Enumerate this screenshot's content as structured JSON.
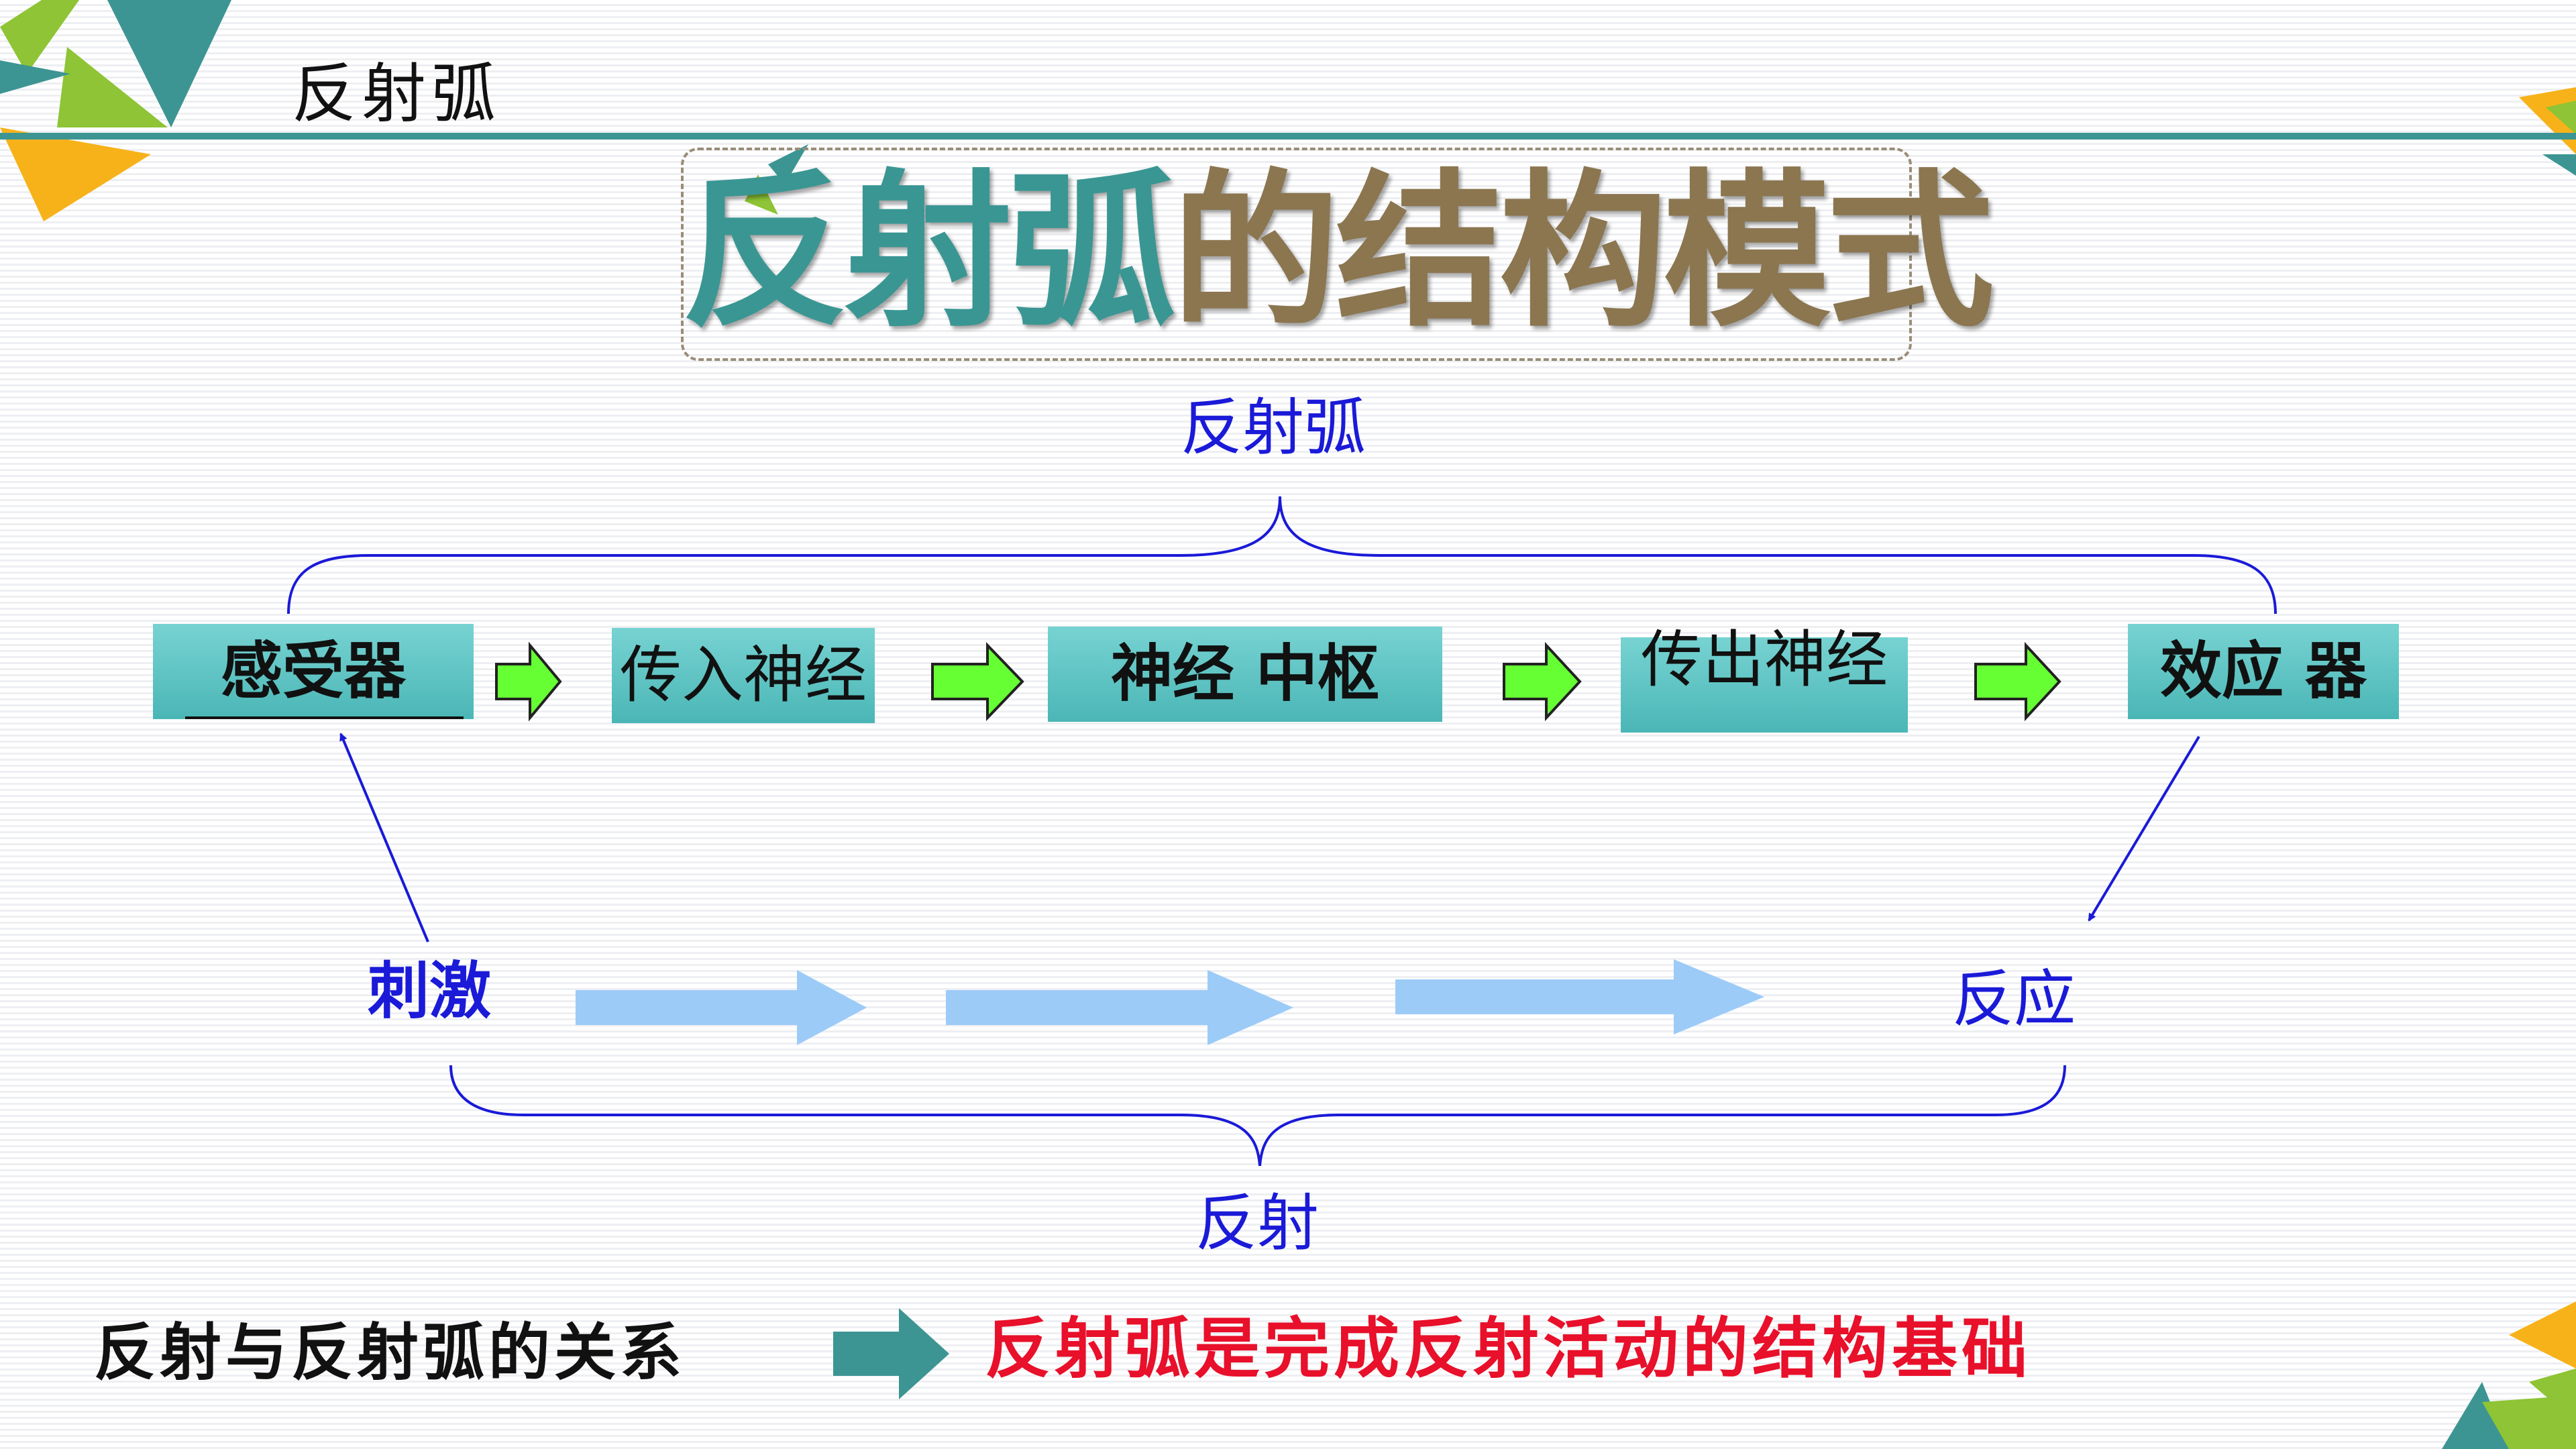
{
  "header": {
    "title": "反射弧"
  },
  "main_title": {
    "part1": "反射弧",
    "part2": "的结构模式"
  },
  "top_brace_label": "反射弧",
  "bottom_brace_label": "反射",
  "pathway": [
    {
      "label": "感受器"
    },
    {
      "label": "传入神经"
    },
    {
      "label": "神经 中枢"
    },
    {
      "label": "传出神经"
    },
    {
      "label": "效应 器"
    }
  ],
  "stimulus_label": "刺激",
  "response_label": "反应",
  "relation": {
    "left": "反射与反射弧的关系",
    "right": "反射弧是完成反射活动的结构基础"
  },
  "colors": {
    "teal": "#3a9693",
    "olive": "#8b7650",
    "blue": "#1a1ad8",
    "red": "#e8102a",
    "box": "#5bc4c3",
    "green_arrow": "#66ff33",
    "light_blue_arrow": "#9ccbf8"
  },
  "icons": {
    "process_arrow": "right-arrow-icon",
    "flow_arrow": "block-arrow-icon",
    "relation_arrow": "teal-arrow-icon"
  }
}
